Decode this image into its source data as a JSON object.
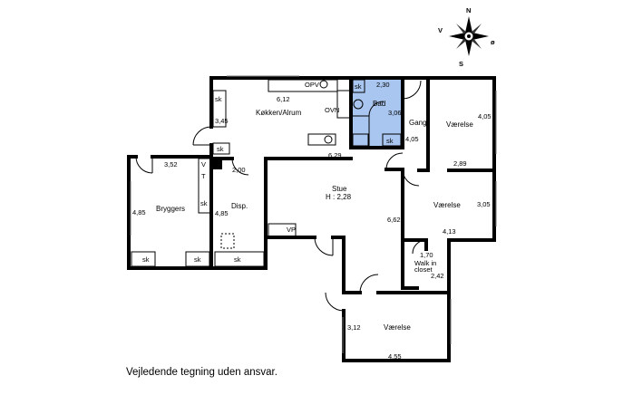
{
  "rooms": {
    "kitchen": "Køkken/Alrum",
    "bath": "Bad",
    "hall": "Gang",
    "bed1": "Værelse",
    "bed2": "Værelse",
    "bed3": "Værelse",
    "utility": "Bryggers",
    "pantry": "Disp.",
    "living_1": "Stue",
    "living_2": "H : 2,28",
    "closet_1": "Walk in",
    "closet_2": "closet"
  },
  "dimensions": {
    "kitchen_w": "6,12",
    "kitchen_h": "3,45",
    "bath_w": "2,30",
    "bath_h": "3,06",
    "hall_h": "4,05",
    "bed1_h": "4,05",
    "bed1_w": "2,89",
    "utility_w": "3,52",
    "utility_h": "4,85",
    "pantry_w": "2,00",
    "pantry_h": "4,85",
    "living_w": "6,29",
    "living_h": "6,62",
    "bed2_h": "3,05",
    "bed2_w": "4,13",
    "closet_w": "1,70",
    "closet_h": "2,42",
    "bed3_h": "3,12",
    "bed3_w": "4,55"
  },
  "fixtures": {
    "opv": "OPV",
    "ovn": "OVN",
    "vp": "VP",
    "sk": "sk",
    "v": "V",
    "t": "T"
  },
  "compass": {
    "n": "N",
    "s": "S",
    "v": "V",
    "o": "ø"
  },
  "caption": "Vejledende tegning uden ansvar.",
  "colors": {
    "bath_fill": "#a9c6f0",
    "wall": "#000000"
  }
}
